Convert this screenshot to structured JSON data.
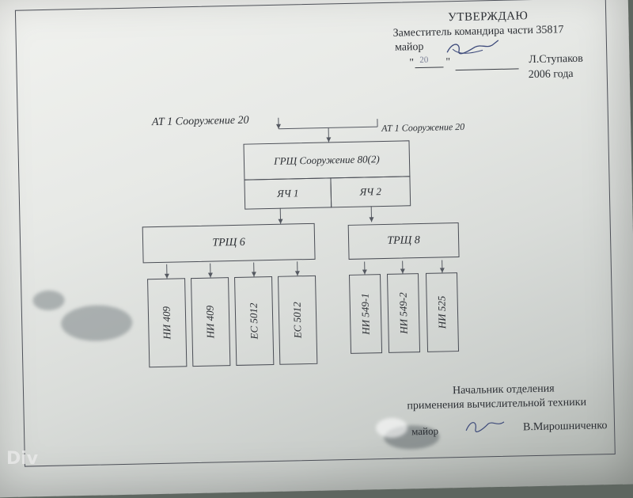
{
  "approval": {
    "title": "УТВЕРЖДАЮ",
    "position": "Заместитель командира части 35817",
    "rank": "майор",
    "name": "Л.Ступаков",
    "date_day": "20",
    "date_quote_open": "\"",
    "date_quote_close": "\"",
    "date_year": "2006 года"
  },
  "sources": {
    "left": "АТ 1 Сооружение 20",
    "right": "АТ 1 Сооружение 20"
  },
  "main_panel": {
    "label": "ГРЩ Сооружение 80(2)",
    "cells": [
      "ЯЧ 1",
      "ЯЧ 2"
    ]
  },
  "sub_panels": [
    {
      "label": "ТРЩ 6",
      "loads": [
        "НИ 409",
        "НИ 409",
        "ЕС 5012",
        "ЕС 5012"
      ]
    },
    {
      "label": "ТРЩ 8",
      "loads": [
        "НИ 549-1",
        "НИ 549-2",
        "НИ 525"
      ]
    }
  ],
  "footer": {
    "position_line1": "Начальник отделения",
    "position_line2": "применения вычислительной техники",
    "rank": "майор",
    "name": "В.Мирошниченко"
  },
  "watermark": "Div"
}
